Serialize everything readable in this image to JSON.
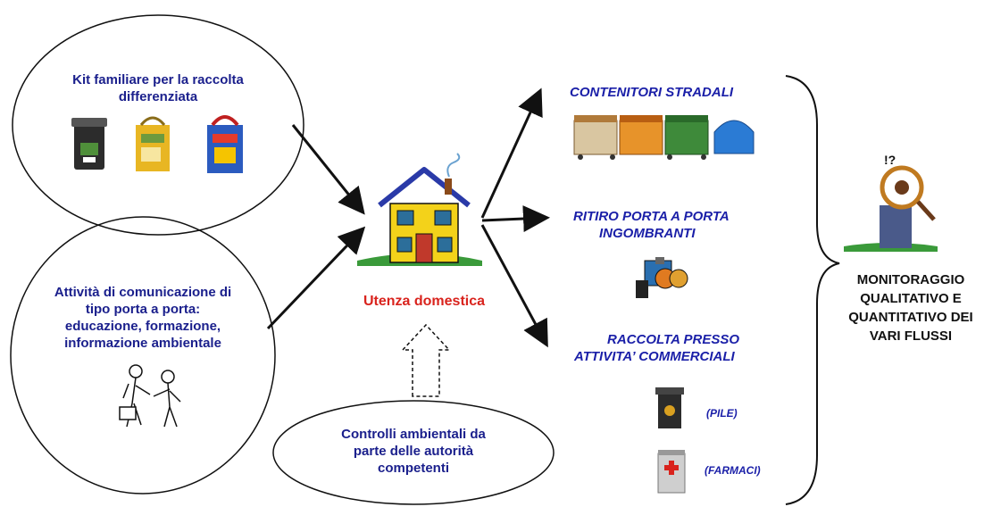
{
  "nodes": {
    "kit": {
      "label_line1": "Kit familiare per la raccolta",
      "label_line2": "differenziata"
    },
    "comunicazione": {
      "label_line1": "Attività di comunicazione di",
      "label_line2": "tipo porta a porta:",
      "label_line3": "educazione, formazione,",
      "label_line4": "informazione ambientale"
    },
    "controlli": {
      "label_line1": "Controlli ambientali da",
      "label_line2": "parte delle autorità",
      "label_line3": "competenti"
    },
    "utenza": {
      "label": "Utenza domestica"
    },
    "contenitori": {
      "label": "CONTENITORI STRADALI"
    },
    "ritiro": {
      "label_line1": "RITIRO PORTA A PORTA",
      "label_line2": "INGOMBRANTI"
    },
    "raccolta": {
      "label_line1": "RACCOLTA PRESSO",
      "label_line2": "ATTIVITA’ COMMERCIALI",
      "item_pile": "(PILE)",
      "item_farmaci": "(FARMACI)"
    },
    "monitoraggio": {
      "label_line1": "MONITORAGGIO",
      "label_line2": "QUALITATIVO E",
      "label_line3": "QUANTITATIVO DEI",
      "label_line4": "VARI FLUSSI"
    }
  },
  "icons": [
    "bin-icon",
    "paper-bag-icon",
    "plastic-bag-icon",
    "meeting-people-icon",
    "house-icon",
    "street-containers-icon",
    "bulky-waste-icon",
    "battery-bin-icon",
    "medicine-bin-icon",
    "magnifier-man-icon"
  ],
  "colors": {
    "label_blue": "#1a1f8c",
    "utenza_red": "#d9231d",
    "house_yellow": "#f3d21a",
    "roof_blue": "#2a3aa8"
  }
}
